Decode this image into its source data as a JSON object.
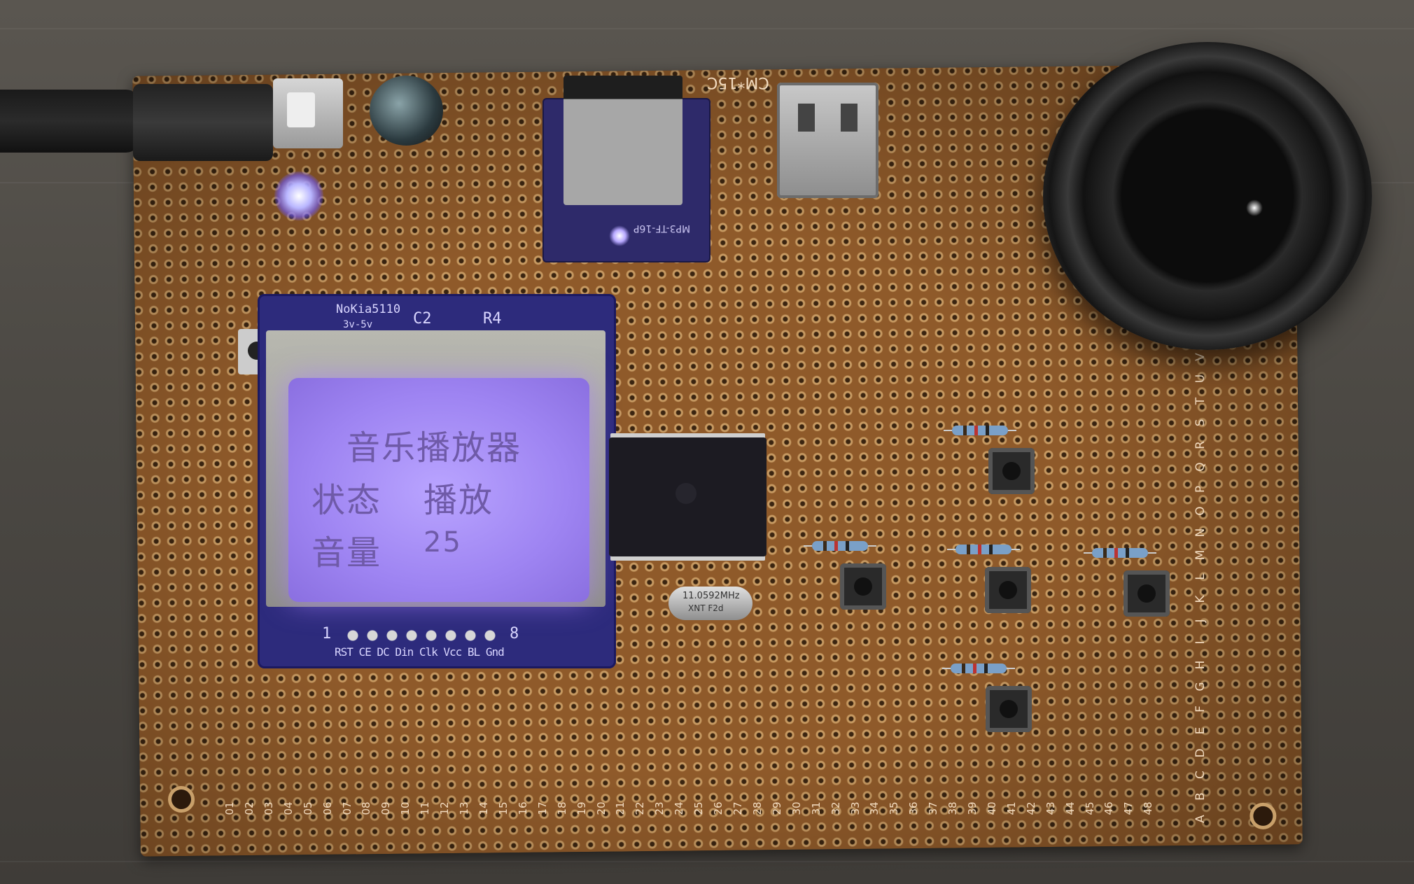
{
  "lcd": {
    "title": "音乐播放器",
    "status_label": "状态",
    "status_value": "播放",
    "volume_label": "音量",
    "volume_value": "25"
  },
  "lcd_module_silk": {
    "model": "NoKia5110",
    "voltage": "3v-5v",
    "c2": "C2",
    "r4": "R4",
    "pin_start": "1",
    "pin_end": "8",
    "pins": "RST CE DC Din Clk Vcc BL Gnd"
  },
  "mp3_module_label": "MP3-TF-16P",
  "crystal": {
    "line1": "11.0592MHz",
    "line2": "XNT F2d"
  },
  "pcb": {
    "top_silk": "CM*15C",
    "column_numbers": [
      "01",
      "02",
      "03",
      "04",
      "05",
      "06",
      "07",
      "08",
      "09",
      "10",
      "11",
      "12",
      "13",
      "14",
      "15",
      "16",
      "17",
      "18",
      "19",
      "20",
      "21",
      "22",
      "23",
      "24",
      "25",
      "26",
      "27",
      "28",
      "29",
      "30",
      "31",
      "32",
      "33",
      "34",
      "35",
      "36",
      "37",
      "38",
      "39",
      "40",
      "41",
      "42",
      "43",
      "44",
      "45",
      "46",
      "47",
      "48"
    ],
    "row_letters": [
      "A",
      "B",
      "C",
      "D",
      "E",
      "F",
      "G",
      "H",
      "I",
      "J",
      "K",
      "L",
      "M",
      "N",
      "O",
      "P",
      "Q",
      "R",
      "S",
      "T",
      "U",
      "V"
    ]
  }
}
